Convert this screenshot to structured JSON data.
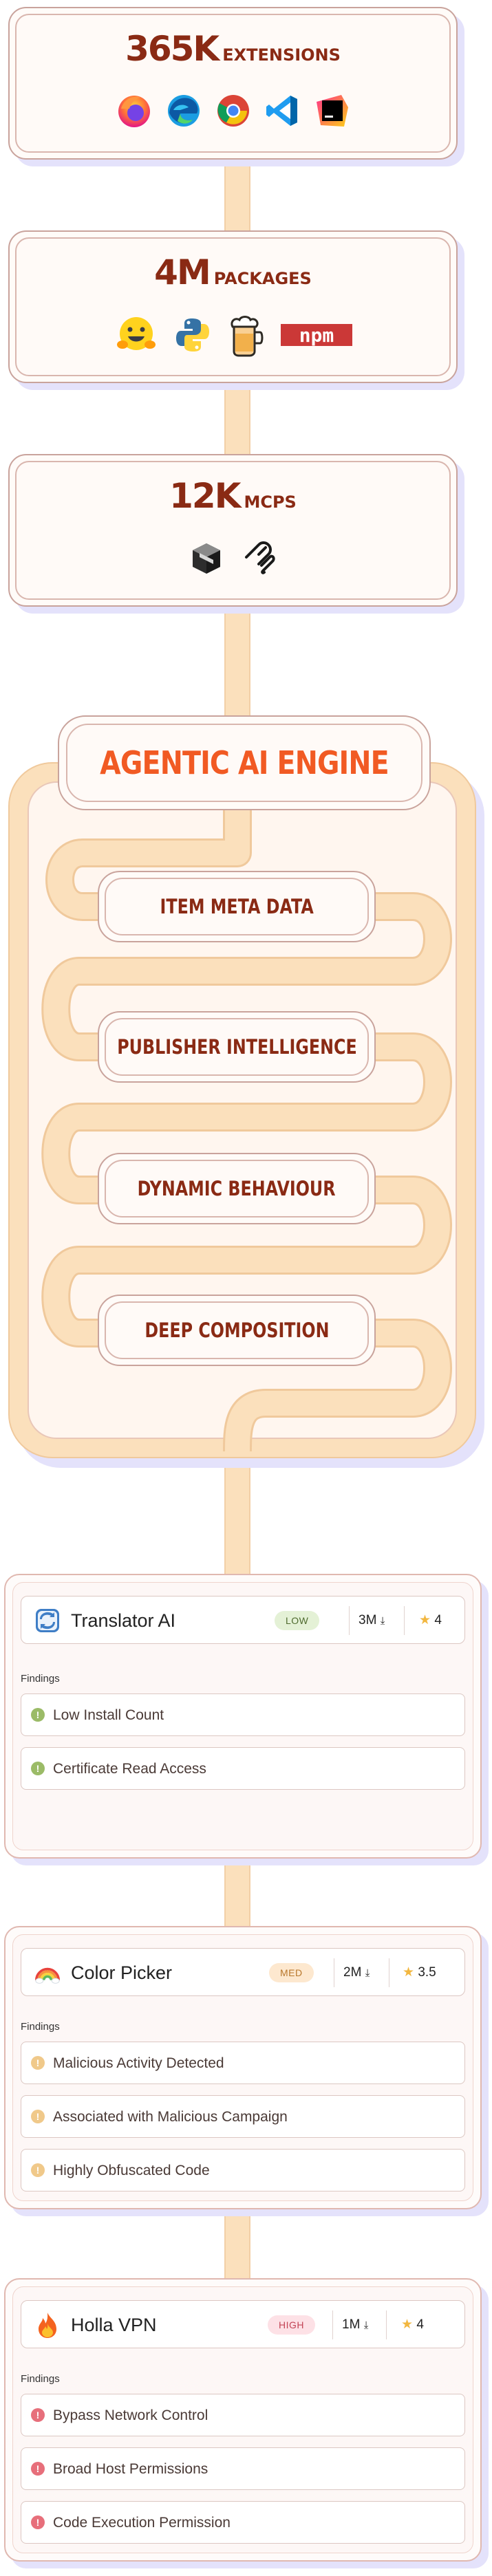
{
  "sources": [
    {
      "count": "365K",
      "unit": "EXTENSIONS",
      "icons": [
        "firefox-icon",
        "edge-icon",
        "chrome-icon",
        "vscode-icon",
        "jetbrains-icon"
      ]
    },
    {
      "count": "4M",
      "unit": "PACKAGES",
      "icons": [
        "huggingface-icon",
        "python-icon",
        "homebrew-icon",
        "npm-icon"
      ]
    },
    {
      "count": "12K",
      "unit": "MCPS",
      "icons": [
        "cube-icon",
        "mcp-icon"
      ]
    }
  ],
  "npm_logo_text": "npm",
  "engine": {
    "title": "AGENTIC AI ENGINE",
    "steps": [
      "ITEM META DATA",
      "PUBLISHER INTELLIGENCE",
      "DYNAMIC BEHAVIOUR",
      "DEEP COMPOSITION"
    ]
  },
  "findings_label": "Findings",
  "extensions": [
    {
      "name": "Translator AI",
      "icon": "translate-icon",
      "risk": "LOW",
      "installs": "3M",
      "rating": "4",
      "findings": [
        "Low Install Count",
        "Certificate Read Access"
      ]
    },
    {
      "name": "Color Picker",
      "icon": "rainbow-icon",
      "risk": "MED",
      "installs": "2M",
      "rating": "3.5",
      "findings": [
        "Malicious Activity Detected",
        "Associated with Malicious Campaign",
        "Highly Obfuscated Code"
      ]
    },
    {
      "name": "Holla VPN",
      "icon": "fire-icon",
      "risk": "HIGH",
      "installs": "1M",
      "rating": "4",
      "findings": [
        "Bypass Network Control",
        "Broad Host Permissions",
        "Code Execution Permission"
      ]
    }
  ],
  "colors": {
    "brand": "#8a2a14",
    "accent": "#f15a23",
    "pipe": "#fbe0bc",
    "shadow": "#e4e2fb",
    "low": "#9bbb67",
    "med": "#f0c98a",
    "high": "#e76f7b"
  }
}
